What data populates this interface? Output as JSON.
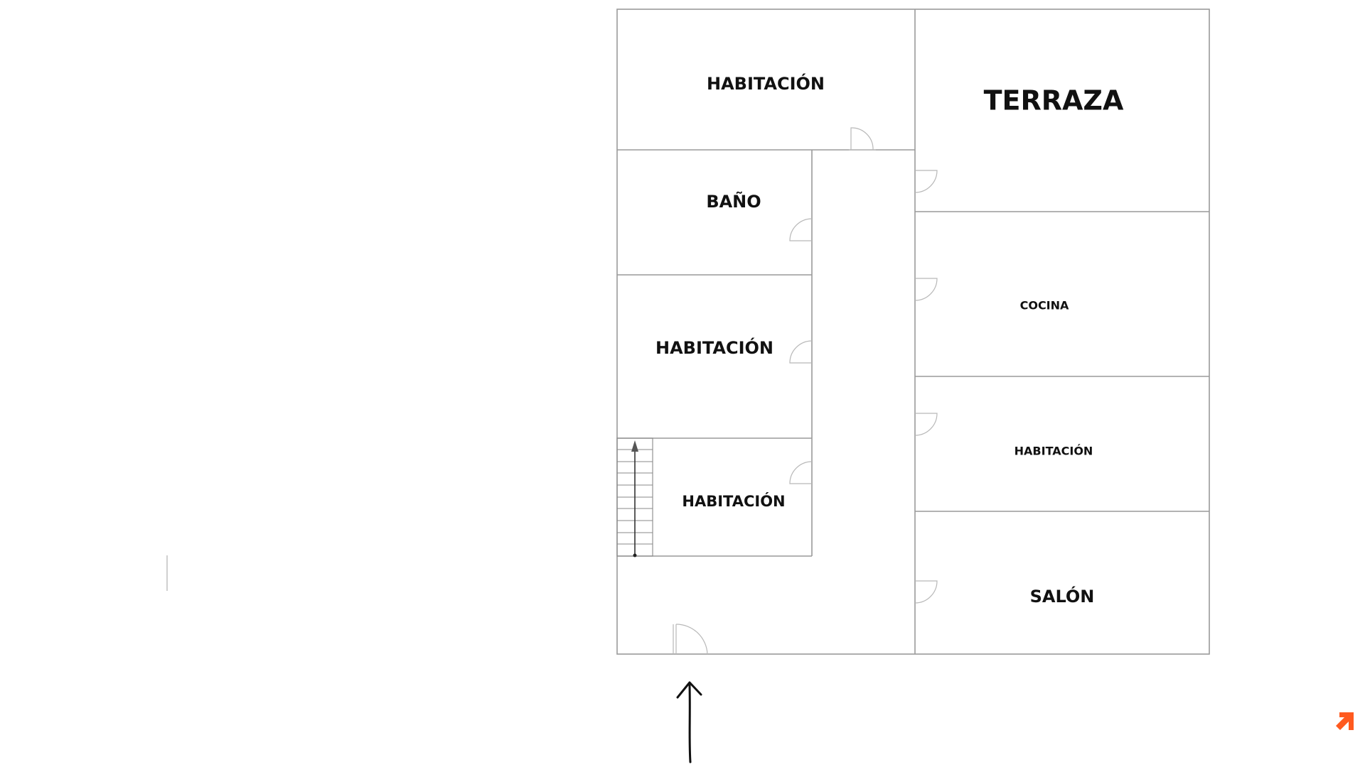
{
  "floorplan": {
    "rooms": [
      {
        "id": "habitacion-top",
        "label": "HABITACIÓN"
      },
      {
        "id": "terraza",
        "label": "TERRAZA"
      },
      {
        "id": "bano",
        "label": "BAÑO"
      },
      {
        "id": "habitacion-middle",
        "label": "HABITACIÓN"
      },
      {
        "id": "cocina",
        "label": "COCINA"
      },
      {
        "id": "habitacion-right",
        "label": "HABITACIÓN"
      },
      {
        "id": "habitacion-stairs",
        "label": "HABITACIÓN"
      },
      {
        "id": "salon",
        "label": "SALÓN"
      }
    ],
    "entrance_icon": "up-arrow-icon",
    "stairs_icon": "stairs-icon",
    "logo_icon": "arrow-up-right-icon",
    "colors": {
      "wall": "#9a9a9a",
      "text": "#111111",
      "logo": "#ff5a1f"
    }
  }
}
